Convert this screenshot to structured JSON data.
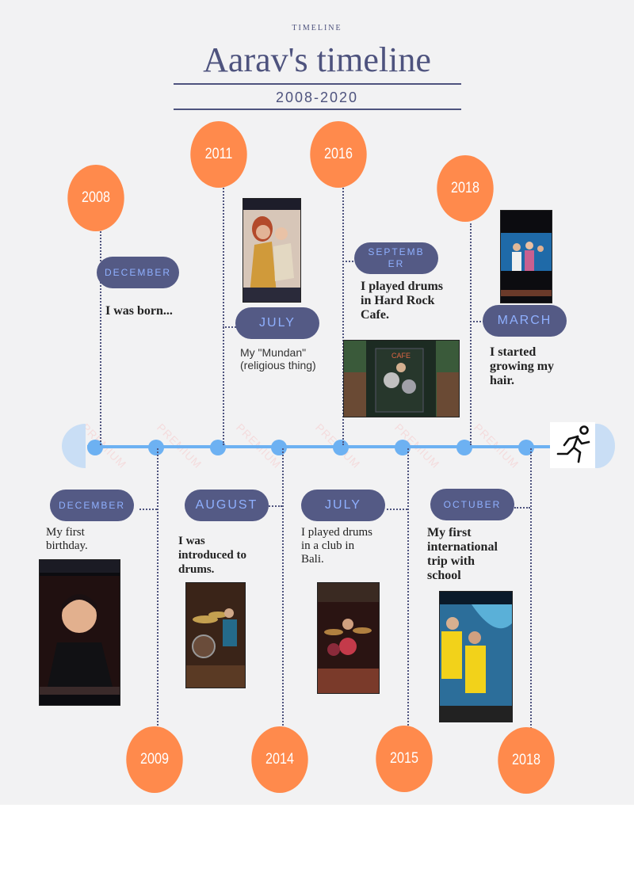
{
  "header": {
    "kicker": "TIMELINE",
    "title": "Aarav's timeline",
    "range": "2008-2020"
  },
  "top_events": [
    {
      "year": "2008",
      "month": "DECEMBER",
      "text": "I was born..."
    },
    {
      "year": "2011",
      "month": "JULY",
      "text": "My \"Mundan\" (religious thing)"
    },
    {
      "year": "2016",
      "month": "SEPTEMBER",
      "text": "I played drums in Hard Rock Cafe."
    },
    {
      "year": "2018",
      "month": "MARCH",
      "text": "I started growing my hair."
    }
  ],
  "bottom_events": [
    {
      "year": "2009",
      "month": "DECEMBER",
      "text": "My first birthday."
    },
    {
      "year": "2014",
      "month": "AUGUST",
      "text": "I was introduced to drums."
    },
    {
      "year": "2015",
      "month": "JULY",
      "text": "I played drums in a club in Bali."
    },
    {
      "year": "2018",
      "month": "OCTUBER",
      "text": "My first international trip with school"
    }
  ],
  "watermark": "PREMIUM",
  "icons": {
    "end": "running-person-icon"
  },
  "colors": {
    "accent": "#ff8a4c",
    "navy": "#545a85",
    "axis": "#6db1f2",
    "month_text": "#8fb0ff"
  }
}
